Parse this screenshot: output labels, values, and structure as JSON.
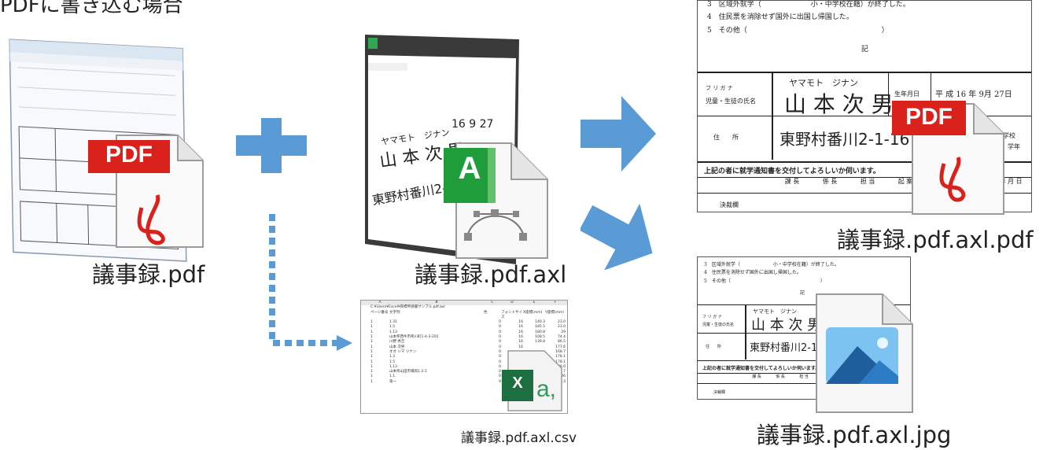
{
  "header_text": "PDFに書き込む場合",
  "files": {
    "source_pdf": "議事録.pdf",
    "axl": "議事録.pdf.axl",
    "csv": "議事録.pdf.axl.csv",
    "out_pdf": "議事録.pdf.axl.pdf",
    "out_jpg": "議事録.pdf.axl.jpg"
  },
  "icons": {
    "pdf_badge": "PDF",
    "app_letter": "A",
    "excel_x": "X",
    "excel_a": "a,"
  },
  "document": {
    "item3": "3　区域外就学（　　　　　　　小・中学校在籍）が終了した。",
    "item4": "4　住民票を消除せず国外に出国し帰国した。",
    "item5": "5　その他（　　　　　　　　　　　　　　　　　　　）",
    "ki": "記",
    "furigana_label": "フ リ ガ ナ",
    "name_label": "児童・生徒の氏名",
    "address_label": "住　　所",
    "birth_label": "生年月日",
    "birth_value": "平 成 16 年 9月 27日",
    "school_suffix": "中学校",
    "grade_suffix": "学年",
    "request": "上記の者に就学通知書を交付してよろしいか伺います。",
    "approvals": [
      "課 長",
      "係 長",
      "担 当",
      "起 案",
      "年 月 日"
    ],
    "decision": "決裁欄",
    "hand_furigana": "ヤマモト　ジナン",
    "hand_name": "山 本 次 男",
    "hand_address": "東野村番川2-1-16",
    "hand_date": "16 9 27"
  },
  "csv_table": {
    "columns": [
      "A",
      "B",
      "C",
      "D",
      "E",
      "F"
    ],
    "path_row": "C:¥Users¥Excel¥目標申請書サンプル.pdf.axl",
    "headers": [
      "ページ番号",
      "文字列",
      "色",
      "フォントサイズ",
      "X座標(mm)",
      "Y座標(mm)"
    ],
    "rows": [
      [
        "1",
        "1.31",
        "0",
        "16",
        "140.3",
        "23.0"
      ],
      [
        "1",
        "1.5",
        "0",
        "16",
        "185.5",
        "23.0"
      ],
      [
        "1",
        "1.13",
        "0",
        "16",
        "180.8",
        "29"
      ],
      [
        "1",
        "山本県西牛市県川町1-4-3-201",
        "0",
        "16",
        "108.5",
        "74.4"
      ],
      [
        "1",
        "川野 秀吉",
        "0",
        "16",
        "139.8",
        "86.5"
      ],
      [
        "1",
        "山本 次男",
        "0",
        "16",
        "",
        "177.6"
      ],
      [
        "1",
        "オオ ジマ ジナン",
        "0",
        "",
        "",
        "168.7"
      ],
      [
        "1",
        "1.3",
        "0",
        "",
        "",
        "178.1"
      ],
      [
        "1",
        "1.5",
        "0",
        "",
        "",
        "178.1"
      ],
      [
        "1",
        "1.13",
        "0",
        "",
        "",
        "178.0"
      ],
      [
        "1",
        "山本県山田市場岡1-2-1",
        "0",
        "",
        "",
        "206.7"
      ],
      [
        "1",
        "1.1",
        "0",
        "",
        "",
        "206"
      ],
      [
        "1",
        "第一",
        "0",
        "",
        "",
        "200.3"
      ]
    ]
  },
  "colors": {
    "arrow_blue": "#5b9bd5",
    "pdf_red": "#d9221c",
    "app_green": "#1f9d3a",
    "excel_green": "#1d6f42"
  }
}
